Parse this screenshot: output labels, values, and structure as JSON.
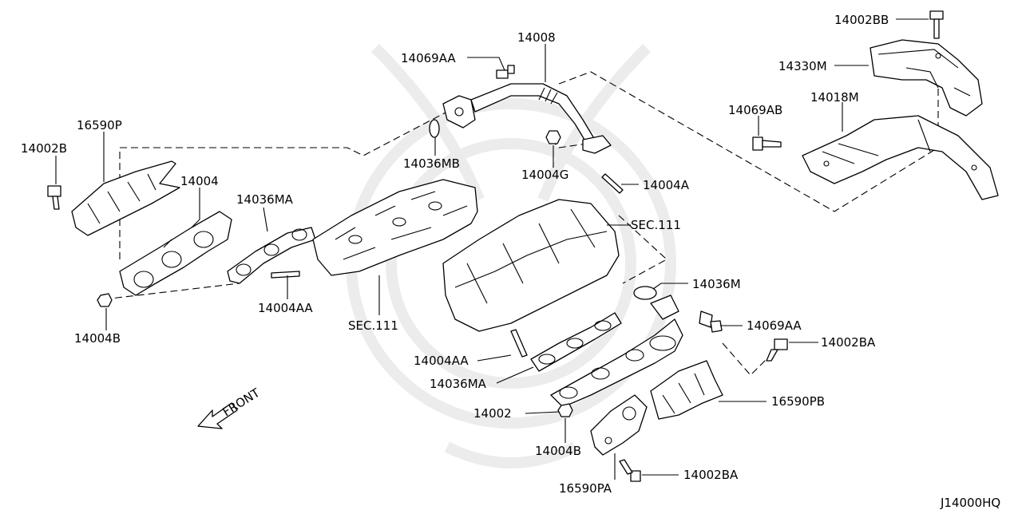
{
  "diagram_code": "J14000HQ",
  "labels": {
    "p14002BB": "14002BB",
    "p14330M": "14330M",
    "p14018M": "14018M",
    "p14069AB": "14069AB",
    "p14008": "14008",
    "p14069AA_top": "14069AA",
    "p16590P": "16590P",
    "p14002B": "14002B",
    "p14004_left": "14004",
    "p14036MA_left": "14036MA",
    "p14036MB": "14036MB",
    "p14004G": "14004G",
    "p14004A": "14004A",
    "sec111_right": "SEC.111",
    "p14036M": "14036M",
    "p14069AA_right": "14069AA",
    "p14002BA_top": "14002BA",
    "p14004AA_left": "14004AA",
    "sec111_left": "SEC.111",
    "p14004B_left": "14004B",
    "p14004AA_center": "14004AA",
    "p14036MA_center": "14036MA",
    "p16590PB": "16590PB",
    "p14002": "14002",
    "p14004B_center": "14004B",
    "p16590PA": "16590PA",
    "p14002BA_bottom": "14002BA",
    "front": "FRONT"
  }
}
